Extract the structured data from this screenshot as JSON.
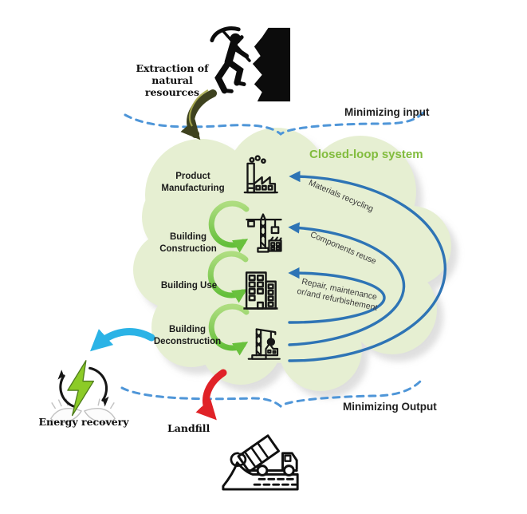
{
  "diagram": {
    "extraction_label": "Extraction of natural resources",
    "minimizing_input_label": "Minimizing input",
    "closed_loop_label": "Closed-loop system",
    "stages": [
      {
        "label": "Product Manufacturing",
        "icon": "factory-icon"
      },
      {
        "label": "Building Construction",
        "icon": "tower-crane-icon"
      },
      {
        "label": "Building Use",
        "icon": "building-icon"
      },
      {
        "label": "Building Deconstruction",
        "icon": "demolition-crane-icon"
      }
    ],
    "loop_labels": [
      {
        "label": "Materials recycling"
      },
      {
        "label": "Components reuse"
      },
      {
        "label": "Repair, maintenance or/and refurbishement"
      }
    ],
    "energy_recovery_label": "Energy recovery",
    "landfill_label": "Landfill",
    "minimizing_output_label": "Minimizing Output",
    "colors": {
      "cloud_fill": "#e6efd2",
      "cloud_shadow": "#bfbfbf",
      "closed_loop_text_green": "#82bc3e",
      "loop_arrow_blue": "#2e74b5",
      "dashed_line_blue": "#4f96d8",
      "stage_arrow_green": "#7cc24a",
      "energy_arrow_cyan": "#2bb3e6",
      "landfill_arrow_red": "#e02227",
      "extraction_arrow_olive": "#3e421f",
      "lightning_bolt_green": "#8ccb27"
    }
  }
}
